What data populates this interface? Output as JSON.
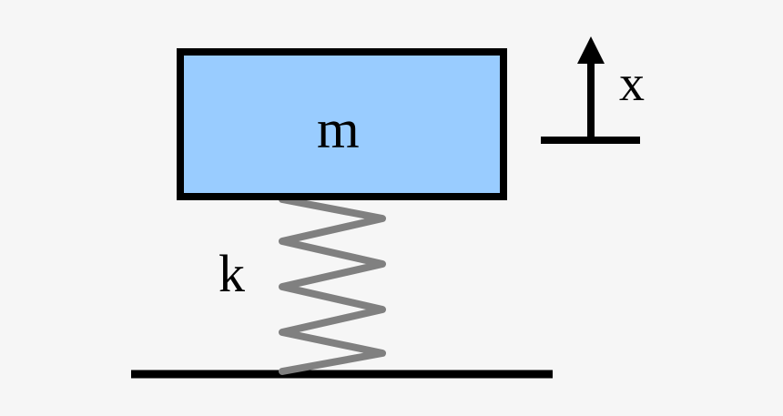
{
  "diagram": {
    "mass_label": "m",
    "spring_label": "k",
    "displacement_label": "x"
  },
  "colors": {
    "background": "#f6f6f6",
    "mass_fill": "#99ccff",
    "outline": "#000000",
    "spring": "#808080"
  }
}
